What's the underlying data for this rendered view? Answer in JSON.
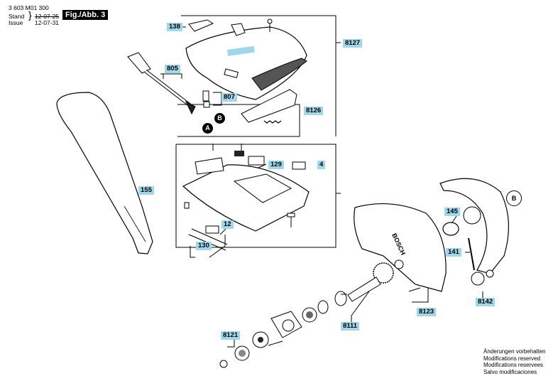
{
  "header": {
    "doc_number": "3 603 M01 300",
    "stand_label": "Stand",
    "issue_label": "Issue",
    "date_old": "12-07-25",
    "date_new": "12-07-31",
    "figure": "Fig./Abb. 3"
  },
  "labels": {
    "p138": "138",
    "p8127": "8127",
    "p805": "805",
    "p807": "807",
    "p8126": "8126",
    "p129": "129",
    "p4": "4",
    "p155": "155",
    "p12": "12",
    "p130": "130",
    "p145": "145",
    "p141": "141",
    "p8123": "8123",
    "p8142": "8142",
    "p8111": "8111",
    "p8121": "8121"
  },
  "callouts": {
    "a": "A",
    "b": "B",
    "b2": "B"
  },
  "cover_brand": "BOSCH",
  "notes": [
    "Änderungen vorbehalten",
    "Modifications reserved",
    "Modifications reservees",
    "Salvo modificaciones"
  ]
}
